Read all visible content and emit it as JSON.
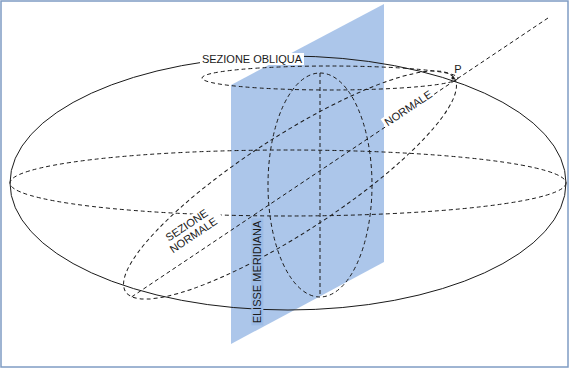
{
  "diagram": {
    "labels": [
      "SEZIONE OBLIQUA",
      "P",
      "NORMALE",
      "SEZIONE NORMALE",
      "ELISSE MERIDIANA"
    ]
  }
}
